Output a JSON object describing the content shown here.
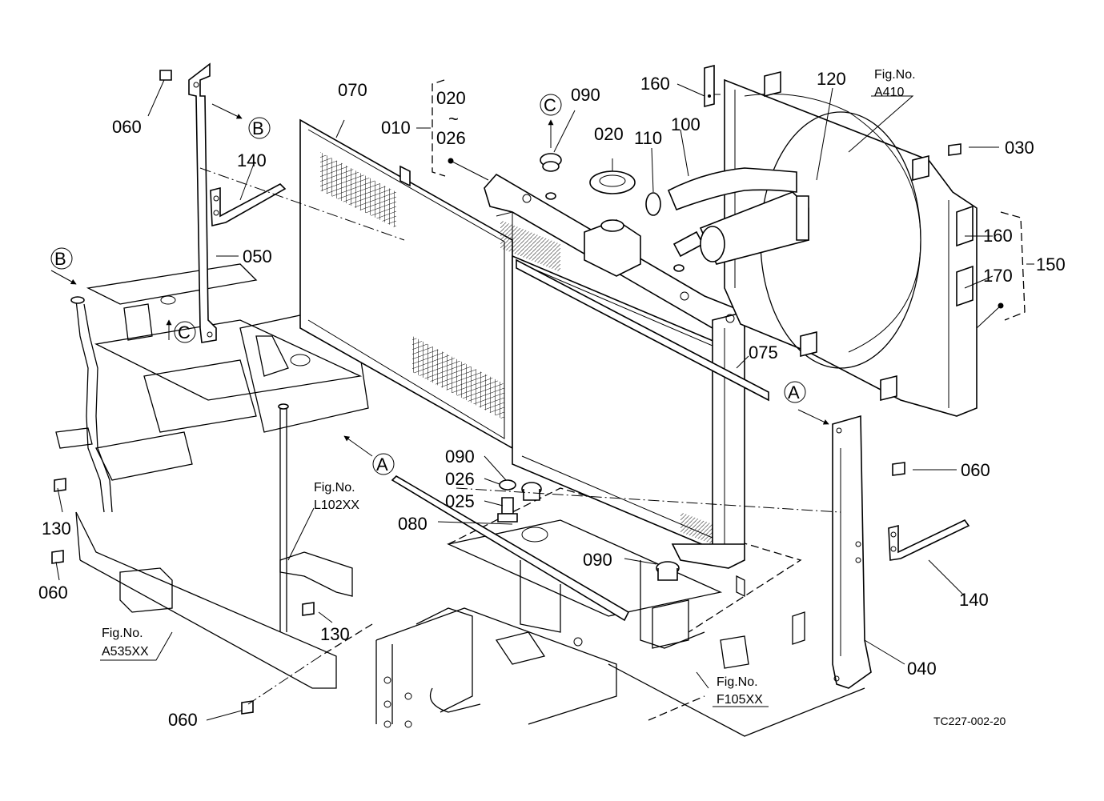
{
  "diagram": {
    "title": "Radiator assembly exploded parts diagram",
    "drawing_code": "TC227-002-20",
    "part_labels": [
      {
        "id": "p060a",
        "text": "060"
      },
      {
        "id": "p070",
        "text": "070"
      },
      {
        "id": "p010",
        "text": "010"
      },
      {
        "id": "p020a",
        "text": "020"
      },
      {
        "id": "p026a",
        "text": "026"
      },
      {
        "id": "p090a",
        "text": "090"
      },
      {
        "id": "p020b",
        "text": "020"
      },
      {
        "id": "p110",
        "text": "110"
      },
      {
        "id": "p100",
        "text": "100"
      },
      {
        "id": "p160a",
        "text": "160"
      },
      {
        "id": "p120",
        "text": "120"
      },
      {
        "id": "p030",
        "text": "030"
      },
      {
        "id": "p140a",
        "text": "140"
      },
      {
        "id": "p050",
        "text": "050"
      },
      {
        "id": "p160b",
        "text": "160"
      },
      {
        "id": "p170",
        "text": "170"
      },
      {
        "id": "p150",
        "text": "150"
      },
      {
        "id": "p075",
        "text": "075"
      },
      {
        "id": "p060b",
        "text": "060"
      },
      {
        "id": "p090b",
        "text": "090"
      },
      {
        "id": "p026b",
        "text": "026"
      },
      {
        "id": "p025",
        "text": "025"
      },
      {
        "id": "p080",
        "text": "080"
      },
      {
        "id": "p130a",
        "text": "130"
      },
      {
        "id": "p060c",
        "text": "060"
      },
      {
        "id": "p090c",
        "text": "090"
      },
      {
        "id": "p140b",
        "text": "140"
      },
      {
        "id": "p130b",
        "text": "130"
      },
      {
        "id": "p040",
        "text": "040"
      },
      {
        "id": "p060d",
        "text": "060"
      }
    ],
    "tilde": "~",
    "connection_markers": [
      {
        "id": "B1",
        "text": "B"
      },
      {
        "id": "B2",
        "text": "B"
      },
      {
        "id": "C1",
        "text": "C"
      },
      {
        "id": "C2",
        "text": "C"
      },
      {
        "id": "A1",
        "text": "A"
      },
      {
        "id": "A2",
        "text": "A"
      }
    ],
    "figure_references": [
      {
        "id": "fig-a410",
        "heading": "Fig.No.",
        "number": "A410"
      },
      {
        "id": "fig-l102xx",
        "heading": "Fig.No.",
        "number": "L102XX"
      },
      {
        "id": "fig-a535xx",
        "heading": "Fig.No.",
        "number": "A535XX"
      },
      {
        "id": "fig-f105xx",
        "heading": "Fig.No.",
        "number": "F105XX"
      }
    ]
  }
}
